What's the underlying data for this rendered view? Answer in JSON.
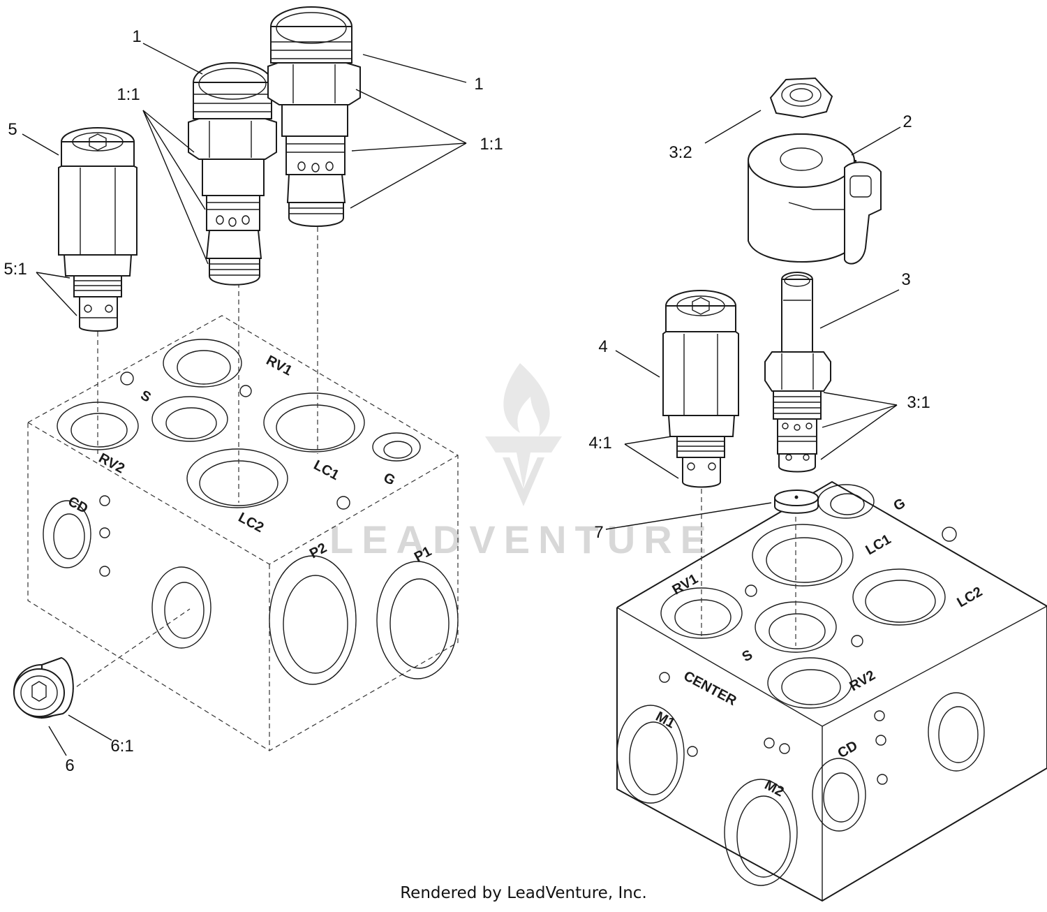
{
  "watermark": {
    "text": "LEADVENTURE"
  },
  "caption": "Rendered by LeadVenture, Inc.",
  "callouts_left": {
    "c1_top": "1",
    "c1_right": "1",
    "c11_left": "1:1",
    "c11_right": "1:1",
    "c5": "5",
    "c51": "5:1",
    "c6": "6",
    "c61": "6:1"
  },
  "callouts_right": {
    "c32": "3:2",
    "c2": "2",
    "c3": "3",
    "c4": "4",
    "c31": "3:1",
    "c41": "4:1",
    "c7": "7"
  },
  "ports_left": {
    "rv1": "RV1",
    "s": "S",
    "rv2": "RV2",
    "lc1": "LC1",
    "lc2": "LC2",
    "g": "G",
    "cd": "CD",
    "p2": "P2",
    "p1": "P1"
  },
  "ports_right": {
    "g": "G",
    "lc1": "LC1",
    "rv1": "RV1",
    "lc2": "LC2",
    "s": "S",
    "rv2": "RV2",
    "center": "CENTER",
    "m1": "M1",
    "m2": "M2",
    "cd": "CD"
  }
}
